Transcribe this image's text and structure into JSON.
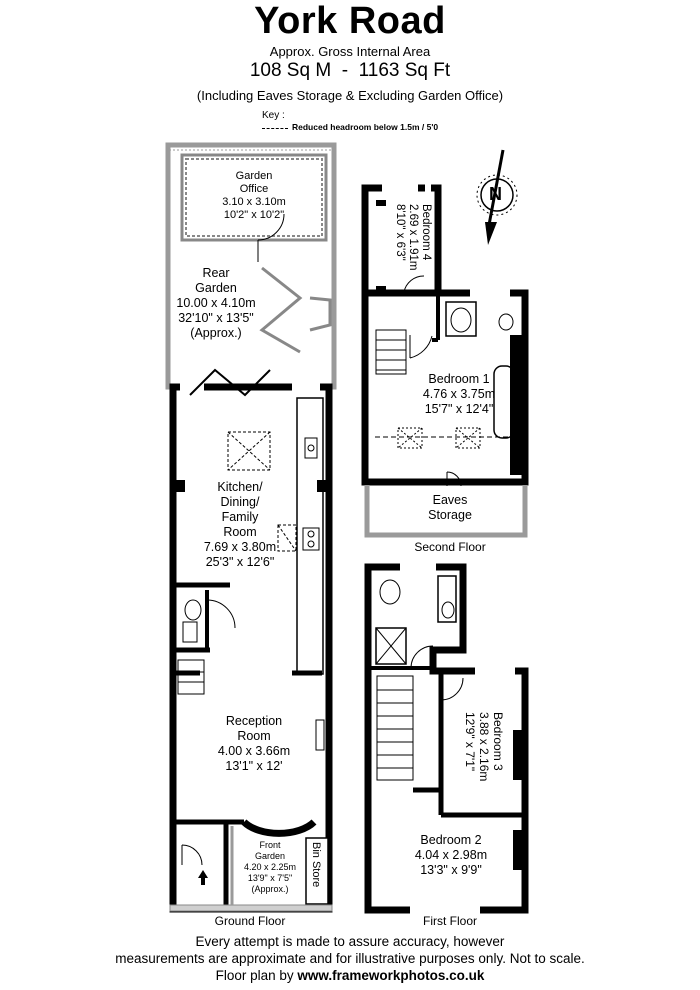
{
  "header": {
    "title": "York Road",
    "subtitle": "Approx. Gross Internal Area",
    "area_sqm": "108 Sq M",
    "separator": "-",
    "area_sqft": "1163 Sq Ft",
    "note": "(Including Eaves Storage & Excluding Garden Office)"
  },
  "key": {
    "title": "Key :",
    "reduced_headroom": "Reduced  headroom below 1.5m / 5'0"
  },
  "compass": {
    "label": "N"
  },
  "rooms": {
    "garden_office": {
      "name1": "Garden",
      "name2": "Office",
      "metric": "3.10 x 3.10m",
      "imperial": "10'2\" x 10'2\""
    },
    "rear_garden": {
      "name1": "Rear",
      "name2": "Garden",
      "metric": "10.00 x 4.10m",
      "imperial": "32'10\" x 13'5\"",
      "approx": "(Approx.)"
    },
    "kitchen": {
      "name1": "Kitchen/",
      "name2": "Dining/",
      "name3": "Family",
      "name4": "Room",
      "metric": "7.69 x 3.80m",
      "imperial": "25'3\" x 12'6\""
    },
    "reception": {
      "name1": "Reception",
      "name2": "Room",
      "metric": "4.00 x 3.66m",
      "imperial": "13'1\" x 12'"
    },
    "front_garden": {
      "name1": "Front",
      "name2": "Garden",
      "metric": "4.20 x 2.25m",
      "imperial": "13'9\" x 7'5\"",
      "approx": "(Approx.)"
    },
    "bin_store": {
      "name": "Bin Store"
    },
    "bedroom4": {
      "name": "Bedroom 4",
      "metric": "2.69 x 1.91m",
      "imperial": "8'10\" x 6'3\""
    },
    "bedroom1": {
      "name": "Bedroom 1",
      "metric": "4.76 x 3.75m",
      "imperial": "15'7\" x 12'4\""
    },
    "eaves": {
      "name1": "Eaves",
      "name2": "Storage"
    },
    "bedroom3": {
      "name": "Bedroom 3",
      "metric": "3.88 x 2.16m",
      "imperial": "12'9\" x 7'1\""
    },
    "bedroom2": {
      "name": "Bedroom 2",
      "metric": "4.04 x 2.98m",
      "imperial": "13'3\" x 9'9\""
    }
  },
  "floors": {
    "ground": "Ground Floor",
    "first": "First Floor",
    "second": "Second Floor"
  },
  "footer": {
    "line1": "Every attempt is made to assure accuracy, however",
    "line2": "measurements are approximate and for illustrative purposes only. Not to scale.",
    "line3_prefix": "Floor plan by",
    "line3_site": "www.frameworkphotos.co.uk"
  }
}
